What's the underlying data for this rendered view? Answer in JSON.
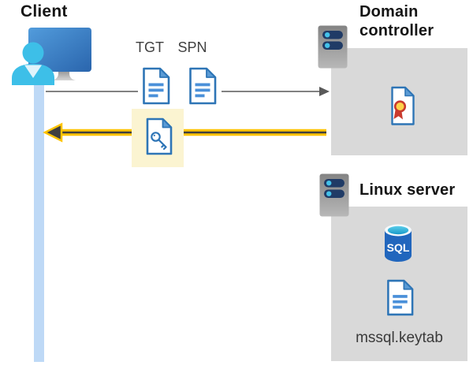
{
  "client": {
    "label": "Client"
  },
  "arrows": {
    "tgt_label": "TGT",
    "spn_label": "SPN"
  },
  "domain_controller": {
    "label": "Domain controller"
  },
  "linux_server": {
    "label": "Linux server",
    "sql_icon_text": "SQL",
    "keytab_label": "mssql.keytab"
  },
  "colors": {
    "accent_yellow": "#FFC400",
    "highlight_cream": "#FBF4D1",
    "box_gray": "#D9D9D9",
    "doc_border_blue": "#2E75B6",
    "doc_fold_blue": "#5B9BD5",
    "arrow_gray": "#595959",
    "client_bar_blue": "#BED9F6",
    "person_cyan": "#3DBFE8",
    "sql_body_blue": "#2166BD",
    "seal_yellow": "#FFD24A",
    "seal_red": "#C93A2E"
  }
}
